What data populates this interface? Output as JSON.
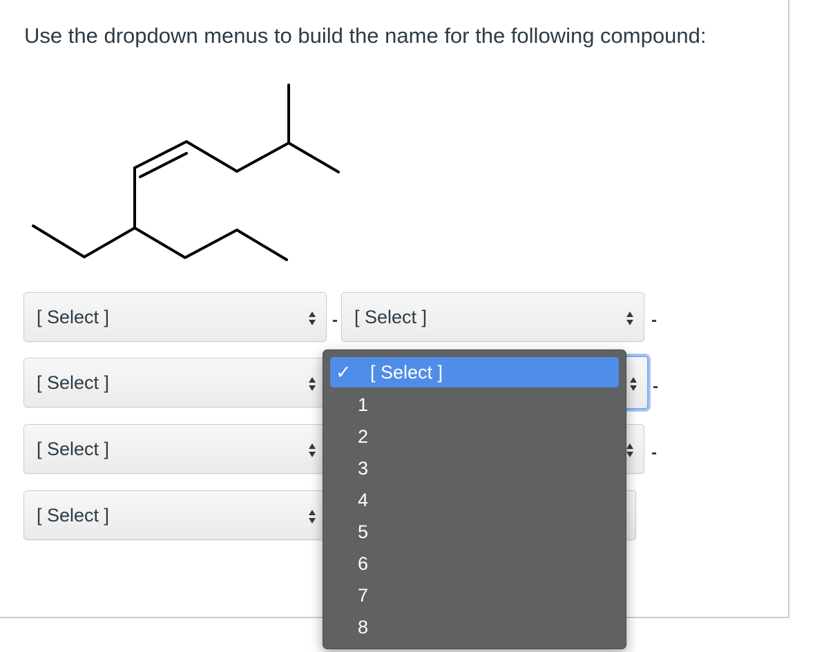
{
  "prompt": "Use the dropdown menus to build the name for the following compound:",
  "selects": [
    {
      "label": "[ Select ]"
    },
    {
      "label": "[ Select ]"
    },
    {
      "label": "[ Select ]"
    },
    {
      "label": "[ Select ]"
    },
    {
      "label": "[ Select ]"
    },
    {
      "label": "[ Select ]"
    },
    {
      "label": "[ Select ]"
    }
  ],
  "separators": [
    "-",
    "-",
    "-",
    "-"
  ],
  "dropdown": {
    "selected_label": "[ Select ]",
    "check": "✓",
    "options": [
      "1",
      "2",
      "3",
      "4",
      "5",
      "6",
      "7",
      "8"
    ]
  }
}
